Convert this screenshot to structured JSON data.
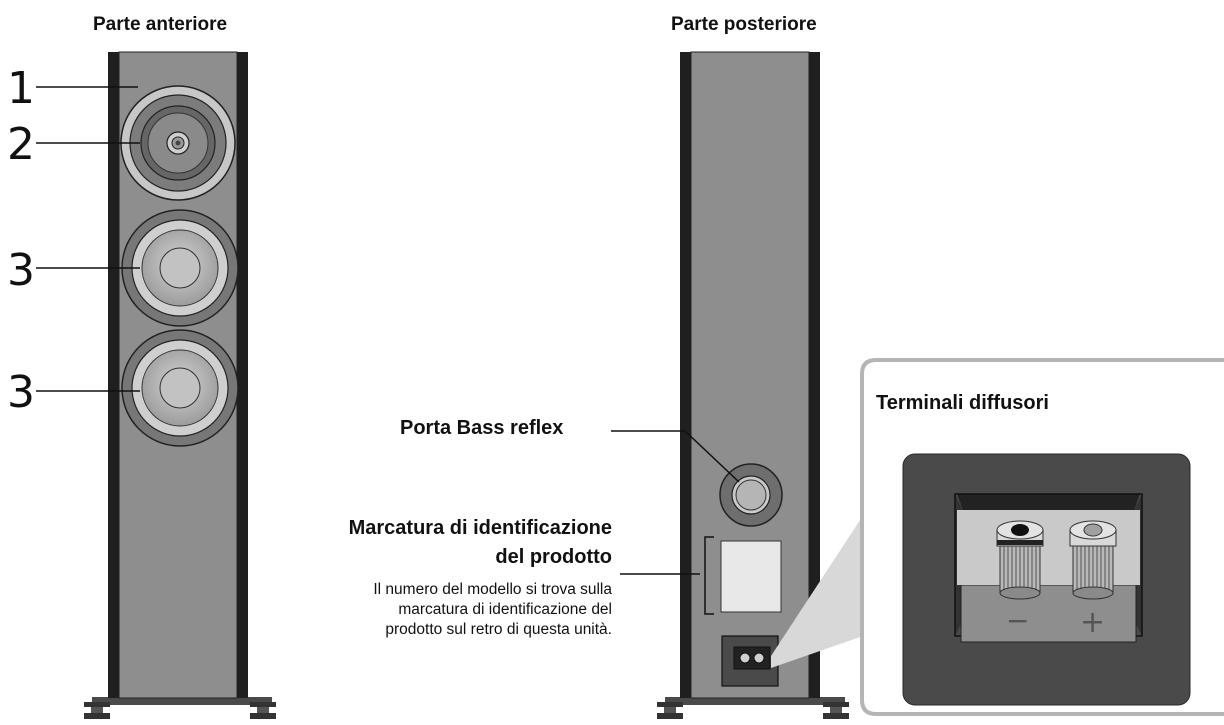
{
  "front": {
    "title": "Parte anteriore",
    "callouts": [
      "1",
      "2",
      "3",
      "3"
    ]
  },
  "rear": {
    "title": "Parte posteriore",
    "bass_reflex_label": "Porta Bass reflex",
    "id_marking_line1": "Marcatura di identificazione",
    "id_marking_line2": "del prodotto",
    "id_desc_line1": "Il numero del modello si trova sulla",
    "id_desc_line2": "marcatura di identificazione del",
    "id_desc_line3": "prodotto sul retro di questa unità."
  },
  "detail": {
    "title": "Terminali diffusori",
    "minus_symbol": "−",
    "plus_symbol": "+"
  }
}
